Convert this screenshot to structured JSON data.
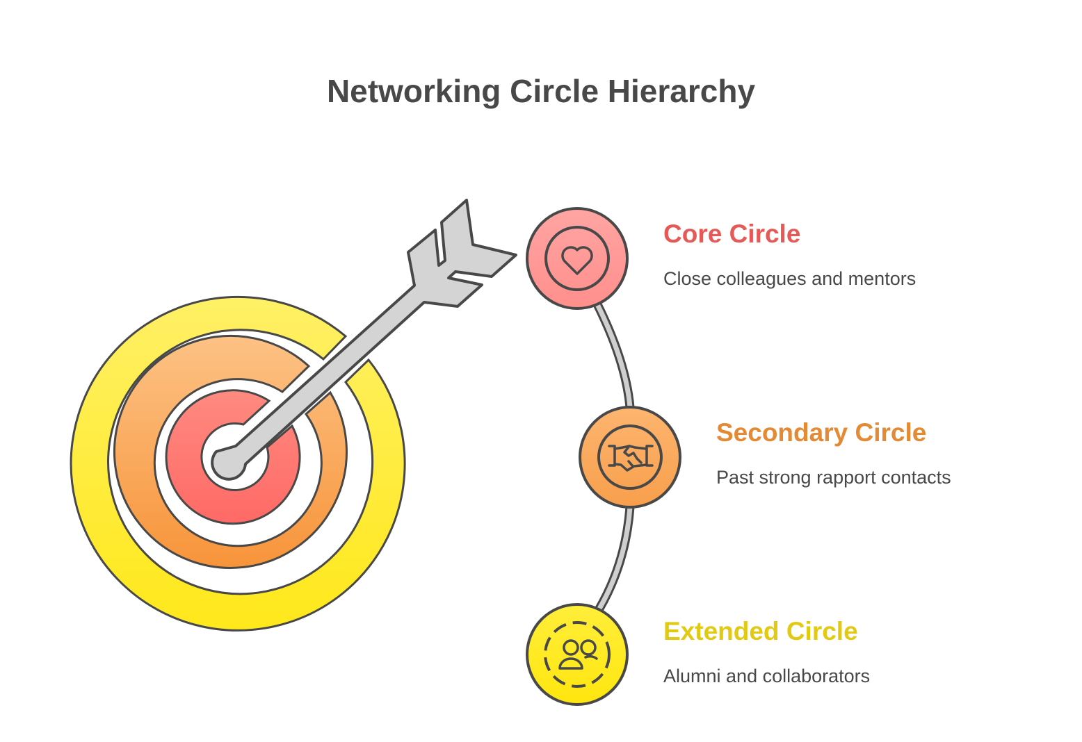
{
  "title": "Networking Circle Hierarchy",
  "target": {
    "icon": "bullseye-target-with-arrow-icon",
    "rings": [
      {
        "name": "extended",
        "color_top": "#FFF066",
        "color_bottom": "#FFE81A"
      },
      {
        "name": "secondary",
        "color_top": "#FDC285",
        "color_bottom": "#F7943A"
      },
      {
        "name": "core",
        "color_top": "#FF8A80",
        "color_bottom": "#FF6A66"
      }
    ]
  },
  "items": [
    {
      "heading": "Core Circle",
      "description": "Close colleagues and mentors",
      "icon": "heart-icon",
      "color": "#E55A57",
      "fill_top": "#FFA5A3",
      "fill_bottom": "#FF8F8C"
    },
    {
      "heading": "Secondary Circle",
      "description": "Past strong rapport contacts",
      "icon": "handshake-icon",
      "color": "#E48A35",
      "fill_top": "#FDB56F",
      "fill_bottom": "#F89F4C"
    },
    {
      "heading": "Extended Circle",
      "description": "Alumni and collaborators",
      "icon": "users-group-icon",
      "color": "#E2CA12",
      "fill_top": "#FFEE3A",
      "fill_bottom": "#FFE60F"
    }
  ]
}
